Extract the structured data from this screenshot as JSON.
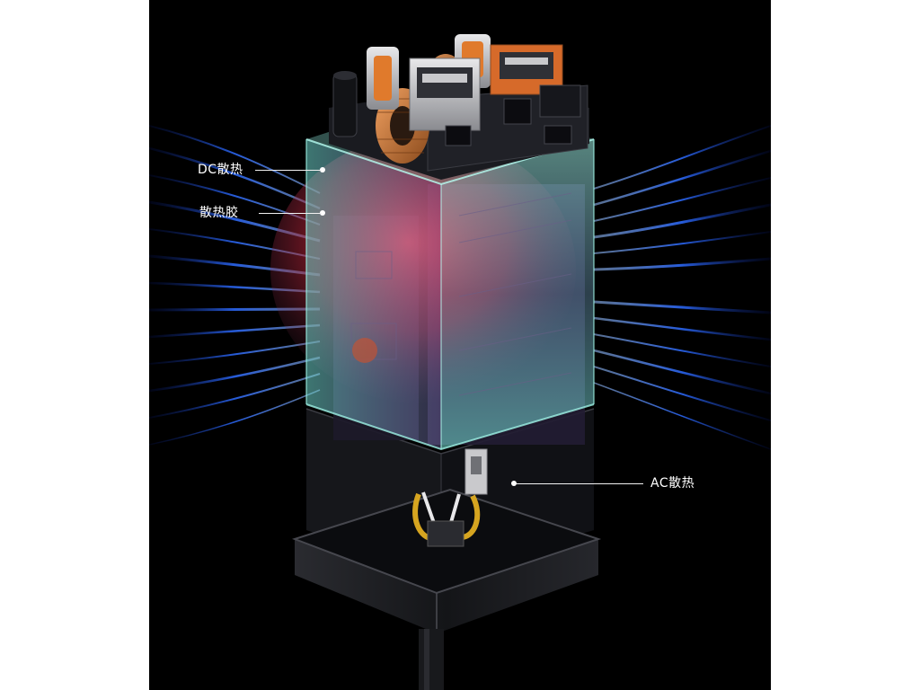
{
  "callouts": {
    "dc_cooling": "DC散热",
    "thermal_gel": "散热胶",
    "ac_cooling": "AC散热"
  },
  "colors": {
    "background": "#000000",
    "airflow": "#2f6bff",
    "glass_tint": "#7ee0d6",
    "heat_core": "#e0283a",
    "housing": "#1c1d20"
  },
  "icons": {
    "usb_c_port": "usb-c-port-icon",
    "usb_a_port": "usb-a-port-icon",
    "copper_coil": "copper-coil-icon",
    "capacitor": "capacitor-icon",
    "ac_prong": "ac-prong-icon"
  }
}
